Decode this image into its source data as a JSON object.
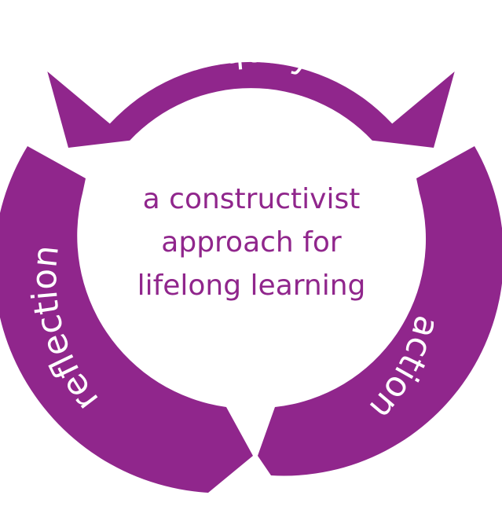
{
  "diagram": {
    "accent_color": "#90268c",
    "stages": [
      {
        "label": "inquiry"
      },
      {
        "label": "action"
      },
      {
        "label": "reflection"
      }
    ],
    "center_lines": [
      "a constructivist",
      "approach for",
      "lifelong learning"
    ]
  }
}
